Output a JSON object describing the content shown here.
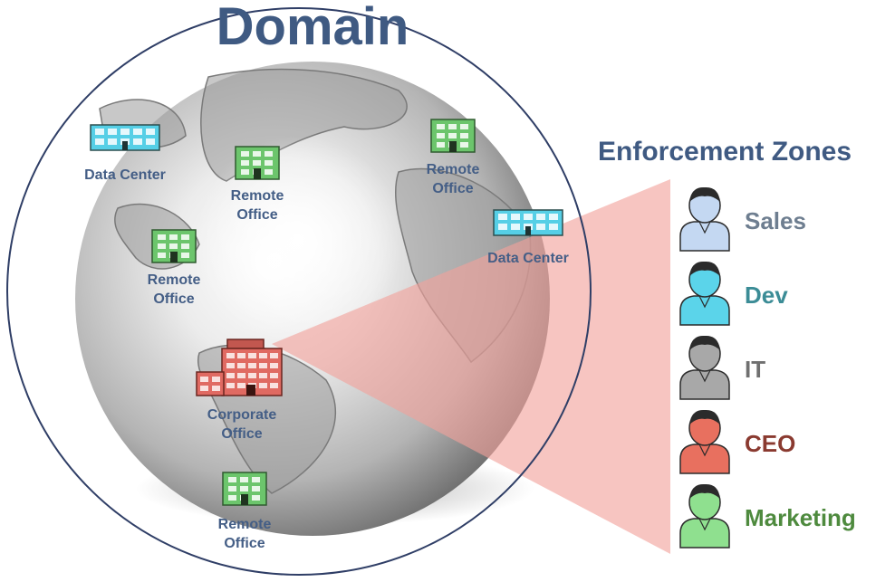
{
  "diagram": {
    "title": "Domain",
    "zones_heading": "Enforcement Zones",
    "sites": [
      {
        "label": "Data Center",
        "kind": "data-center",
        "color": "#56cfe6"
      },
      {
        "label": "Remote\nOffice",
        "kind": "remote-office",
        "color": "#6cc56c"
      },
      {
        "label": "Remote\nOffice",
        "kind": "remote-office",
        "color": "#6cc56c"
      },
      {
        "label": "Remote\nOffice",
        "kind": "remote-office",
        "color": "#6cc56c"
      },
      {
        "label": "Data Center",
        "kind": "data-center",
        "color": "#56cfe6"
      },
      {
        "label": "Corporate\nOffice",
        "kind": "corporate-office",
        "color": "#e06a62"
      },
      {
        "label": "Remote\nOffice",
        "kind": "remote-office",
        "color": "#6cc56c"
      }
    ],
    "zones": [
      {
        "label": "Sales",
        "color": "#c4d8f2",
        "text_color": "#6e7e90",
        "icon": "user-icon"
      },
      {
        "label": "Dev",
        "color": "#5bd4ea",
        "text_color": "#3b8c96",
        "icon": "user-icon"
      },
      {
        "label": "IT",
        "color": "#a8a8a8",
        "text_color": "#707070",
        "icon": "user-icon"
      },
      {
        "label": "CEO",
        "color": "#e8705f",
        "text_color": "#8a3a30",
        "icon": "user-icon"
      },
      {
        "label": "Marketing",
        "color": "#8fe08f",
        "text_color": "#4e8a3e",
        "icon": "user-icon"
      }
    ],
    "colors": {
      "title": "#3f5a82",
      "site_label": "#445e86",
      "domain_circle": "#2f3e66",
      "projection": "#f2a29b"
    }
  }
}
